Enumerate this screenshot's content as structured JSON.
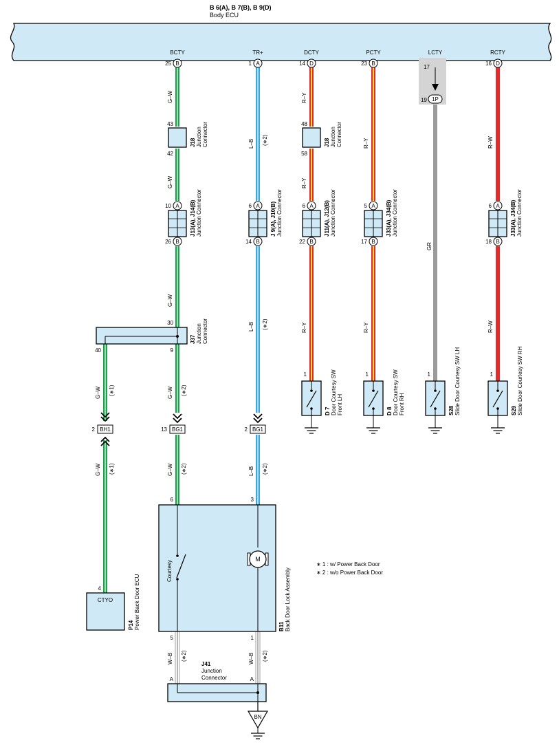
{
  "ecu": {
    "title": "B 6(A), B 7(B), B 9(D)",
    "subtitle": "Body ECU"
  },
  "terminals": [
    {
      "label": "BCTY",
      "pin": "25",
      "conn": "B"
    },
    {
      "label": "TR+",
      "pin": "1",
      "conn": "A"
    },
    {
      "label": "DCTY",
      "pin": "14",
      "conn": "D"
    },
    {
      "label": "PCTY",
      "pin": "23",
      "conn": "B"
    },
    {
      "label": "LCTY",
      "pin": "17",
      "conn": ""
    },
    {
      "label": "RCTY",
      "pin": "16",
      "conn": "D"
    }
  ],
  "wires": {
    "gw": "G–W",
    "lb": "L–B",
    "ry": "R–Y",
    "rw": "R–W",
    "gr": "GR",
    "wb": "W–B",
    "n1": "(∗1)",
    "n2": "(∗2)"
  },
  "j18a": {
    "code": "J18",
    "desc": "Junction Connector",
    "pin_top": "43",
    "pin_bot": "42"
  },
  "j18b": {
    "code": "J18",
    "desc": "Junction Connector",
    "pin_top": "48",
    "pin_bot": "58"
  },
  "jc_row": [
    {
      "code": "J13(A), J14(B)",
      "desc": "Junction Connector",
      "pin_top": "10",
      "conn_top": "A",
      "pin_bot": "26",
      "conn_bot": "B"
    },
    {
      "code": "J 9(A), J10(B)",
      "desc": "Junction Connector",
      "pin_top": "6",
      "conn_top": "A",
      "pin_bot": "14",
      "conn_bot": "B"
    },
    {
      "code": "J11(A), J12(B)",
      "desc": "Junction Connector",
      "pin_top": "6",
      "conn_top": "A",
      "pin_bot": "22",
      "conn_bot": "B"
    },
    {
      "code": "J33(A), J34(B)",
      "desc": "Junction Connector",
      "pin_top": "5",
      "conn_top": "A",
      "pin_bot": "17",
      "conn_bot": "B"
    },
    {
      "code": "J33(A), J34(B)",
      "desc": "Junction Connector",
      "pin_top": "6",
      "conn_top": "A",
      "pin_bot": "18",
      "conn_bot": "B"
    }
  ],
  "lcty_pins": {
    "pin_top": "17",
    "pin_bot": "19",
    "conn": "1P"
  },
  "j37": {
    "code": "J37",
    "desc1": "Junction",
    "desc2": "Connector",
    "pin_top": "30",
    "pin_left": "40",
    "pin_bot": "9"
  },
  "switches": [
    {
      "code": "D 7",
      "desc1": "Door Courtesy SW",
      "desc2": "Front LH",
      "pin": "1"
    },
    {
      "code": "D 8",
      "desc1": "Door Courtesy SW",
      "desc2": "Front RH",
      "pin": "1"
    },
    {
      "code": "S28",
      "desc1": "Slide Door Courtesy SW LH",
      "desc2": "",
      "pin": "1"
    },
    {
      "code": "S29",
      "desc1": "Slide Door Courtesy SW RH",
      "desc2": "",
      "pin": "1"
    }
  ],
  "bh1": {
    "label": "BH1",
    "pin": "2"
  },
  "bg1a": {
    "label": "BG1",
    "pin": "13"
  },
  "bg1b": {
    "label": "BG1",
    "pin": "2"
  },
  "p14": {
    "term": "CTYO",
    "pin": "4",
    "code": "P14",
    "desc": "Power Back Door ECU"
  },
  "b11": {
    "code": "B11",
    "desc": "Back Door Lock Assembly",
    "courtesy": "Courtesy",
    "motor": "M",
    "pin6": "6",
    "pin3": "3",
    "pin5": "5",
    "pin1": "1"
  },
  "j41": {
    "code": "J41",
    "desc1": "Junction",
    "desc2": "Connector",
    "pinA1": "A",
    "pinA2": "A"
  },
  "ground_bn": "BN",
  "notes": [
    "∗ 1 : w/ Power Back Door",
    "∗ 2 : w/o Power Back Door"
  ],
  "colors": {
    "ecu_fill": "#cfe9f7",
    "green": "#16a34a",
    "blue": "#3aa7dd",
    "red": "#e32b2b",
    "yellow": "#f6d33a",
    "gray": "#9a9a9a",
    "shade": "#d4d4d4"
  }
}
